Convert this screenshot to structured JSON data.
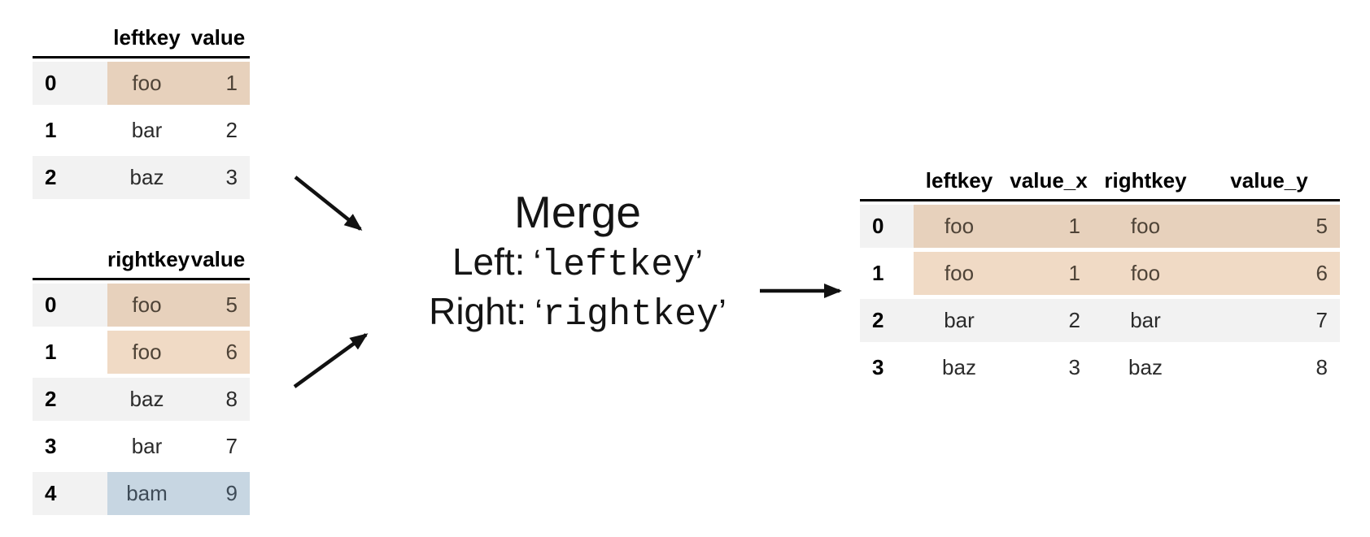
{
  "diagram": {
    "title": "Merge",
    "left_label_prefix": "Left:",
    "right_label_prefix": "Right:",
    "left_key": "leftkey",
    "right_key": "rightkey",
    "open_quote": "‘",
    "close_quote": "’"
  },
  "left_table": {
    "columns": [
      "leftkey",
      "value"
    ],
    "index": [
      "0",
      "1",
      "2"
    ],
    "rows": [
      [
        "foo",
        "1"
      ],
      [
        "bar",
        "2"
      ],
      [
        "baz",
        "3"
      ]
    ],
    "row_highlights": [
      "tan",
      null,
      null
    ]
  },
  "right_table": {
    "columns": [
      "rightkey",
      "value"
    ],
    "index": [
      "0",
      "1",
      "2",
      "3",
      "4"
    ],
    "rows": [
      [
        "foo",
        "5"
      ],
      [
        "foo",
        "6"
      ],
      [
        "baz",
        "8"
      ],
      [
        "bar",
        "7"
      ],
      [
        "bam",
        "9"
      ]
    ],
    "row_highlights": [
      "tan",
      "tan",
      null,
      null,
      "blue"
    ]
  },
  "merged_table": {
    "columns": [
      "leftkey",
      "value_x",
      "rightkey",
      "value_y"
    ],
    "index": [
      "0",
      "1",
      "2",
      "3"
    ],
    "rows": [
      [
        "foo",
        "1",
        "foo",
        "5"
      ],
      [
        "foo",
        "1",
        "foo",
        "6"
      ],
      [
        "bar",
        "2",
        "bar",
        "7"
      ],
      [
        "baz",
        "3",
        "baz",
        "8"
      ]
    ],
    "row_highlights": [
      "tan",
      "tan",
      null,
      null
    ]
  },
  "colors": {
    "row_stripe": "#f2f2f2",
    "tan_highlight_base": "#cd853f",
    "blue_highlight_base": "#4682b4",
    "tan_cell_bg_on_white": "#f0dac5",
    "tan_cell_bg_on_stripe": "#e6d1bc",
    "blue_cell_bg": "#c7d6e2",
    "header_rule": "#000000",
    "arrow": "#111111"
  }
}
